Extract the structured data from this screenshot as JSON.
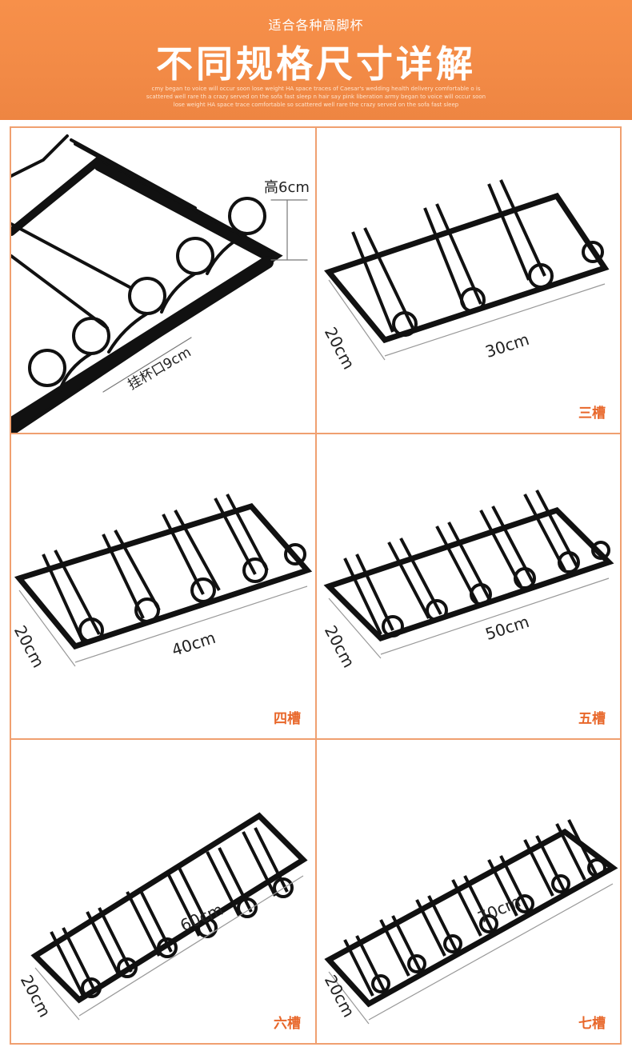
{
  "banner": {
    "subtitle": "适合各种高脚杯",
    "title": "不同规格尺寸详解",
    "fine_print": "cmy began to voice will occur soon lose weight HA space traces of Caesar's wedding health delivery comfortable o is scattered well rare th a crazy served on the sofa fast sleep n hair say pink liberation army began to voice will occur soon lose weight HA space trace comfortable so scattered well rare the crazy served on the sofa fast sleep"
  },
  "detail": {
    "height_label": "高6cm",
    "mouth_label": "挂杯口9cm"
  },
  "products": [
    {
      "slots": 3,
      "label": "三槽",
      "depth": "20cm",
      "length": "30cm"
    },
    {
      "slots": 4,
      "label": "四槽",
      "depth": "20cm",
      "length": "40cm"
    },
    {
      "slots": 5,
      "label": "五槽",
      "depth": "20cm",
      "length": "50cm"
    },
    {
      "slots": 6,
      "label": "六槽",
      "depth": "20cm",
      "length": "60cm"
    },
    {
      "slots": 7,
      "label": "七槽",
      "depth": "20cm",
      "length": "70cm"
    }
  ],
  "colors": {
    "accent": "#e8672a",
    "banner": "#f28a46",
    "metal": "#111111"
  }
}
